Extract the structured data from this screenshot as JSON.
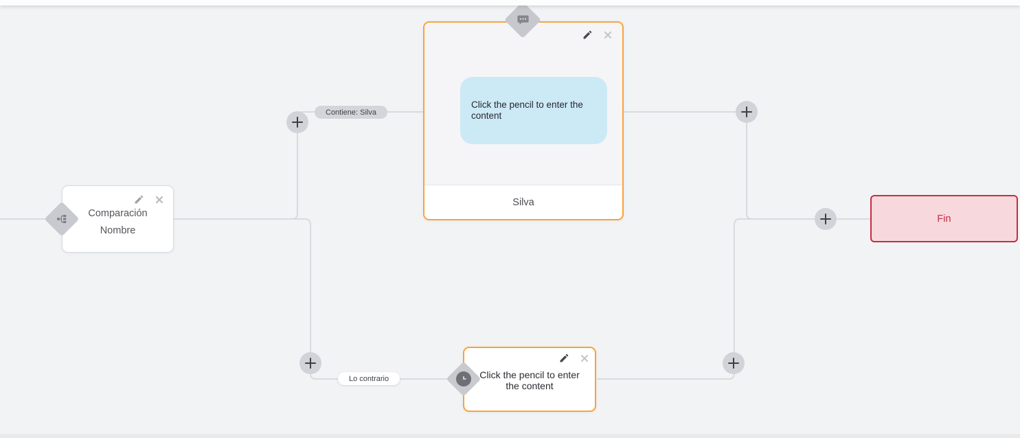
{
  "canvas": {
    "type": "chatbot-flow-editor"
  },
  "colors": {
    "canvas_bg": "#f2f3f5",
    "edge": "#d9dade",
    "accent_orange": "#f8a33c",
    "message_bubble_bg": "#cce9f6",
    "end_bg": "#f7d9dd",
    "end_accent": "#c62b44",
    "diamond_bg": "#c9cad0"
  },
  "condition_node": {
    "title_line1": "Comparación",
    "title_line2": "Nombre",
    "type_icon": "sitemap-icon"
  },
  "message_node": {
    "placeholder": "Click the pencil to enter the content",
    "footer_label": "Silva",
    "type_icon": "speech-bubble-icon"
  },
  "action_node": {
    "placeholder": "Click the pencil to enter the content",
    "type_icon": "clock-icon"
  },
  "end_node": {
    "label": "Fin"
  },
  "edge_labels": {
    "match": "Contiene: Silva",
    "otherwise": "Lo contrario"
  }
}
